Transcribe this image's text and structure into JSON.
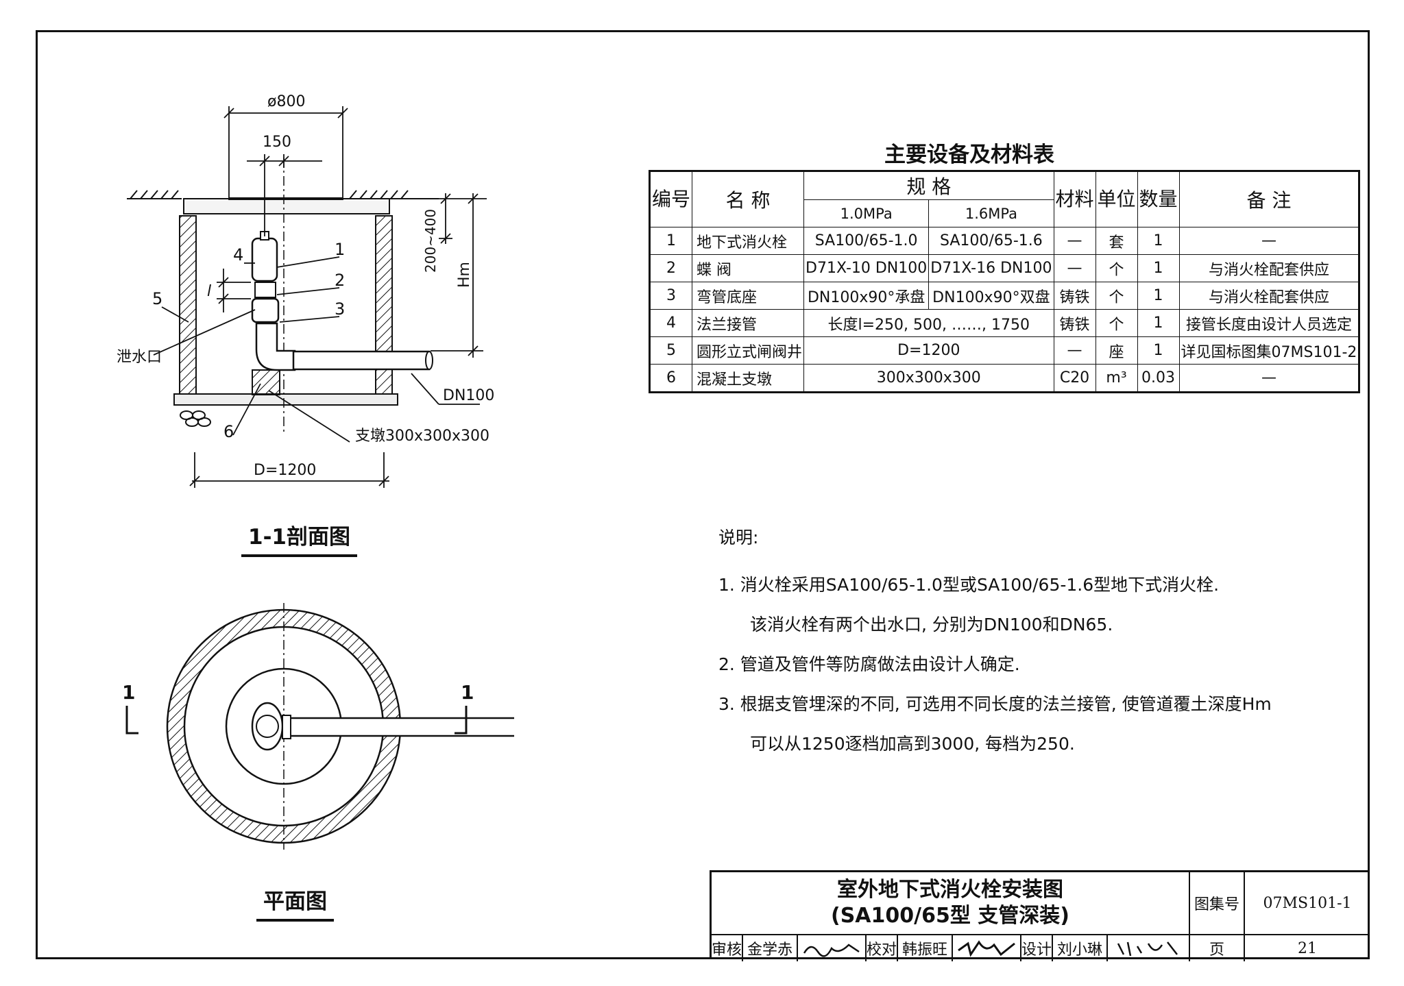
{
  "section_view": {
    "title": "1-1剖面图",
    "dims": {
      "top_diameter": "ø800",
      "offset": "150",
      "cover_depth": "200~400",
      "hm": "Hm",
      "well_diameter": "D=1200",
      "pipe": "DN100",
      "pier": "支墩300x300x300",
      "drain": "泄水口",
      "length_mark": "l"
    },
    "callouts": [
      "1",
      "2",
      "3",
      "4",
      "5",
      "6"
    ]
  },
  "plan_view": {
    "title": "平面图",
    "section_mark": "1"
  },
  "equipment_table": {
    "title": "主要设备及材料表",
    "headers": {
      "no": "编号",
      "name": "名 称",
      "spec": "规 格",
      "spec_10": "1.0MPa",
      "spec_16": "1.6MPa",
      "material": "材料",
      "unit": "单位",
      "qty": "数量",
      "remark": "备 注"
    },
    "rows": [
      {
        "no": "1",
        "name": "地下式消火栓",
        "spec10": "SA100/65-1.0",
        "spec16": "SA100/65-1.6",
        "material": "—",
        "unit": "套",
        "qty": "1",
        "remark": "—"
      },
      {
        "no": "2",
        "name": "蝶 阀",
        "spec10": "D71X-10 DN100",
        "spec16": "D71X-16 DN100",
        "material": "—",
        "unit": "个",
        "qty": "1",
        "remark": "与消火栓配套供应"
      },
      {
        "no": "3",
        "name": "弯管底座",
        "spec10": "DN100x90°承盘",
        "spec16": "DN100x90°双盘",
        "material": "铸铁",
        "unit": "个",
        "qty": "1",
        "remark": "与消火栓配套供应"
      },
      {
        "no": "4",
        "name": "法兰接管",
        "spec": "长度l=250, 500, ……, 1750",
        "material": "铸铁",
        "unit": "个",
        "qty": "1",
        "remark": "接管长度由设计人员选定"
      },
      {
        "no": "5",
        "name": "圆形立式闸阀井",
        "spec": "D=1200",
        "material": "—",
        "unit": "座",
        "qty": "1",
        "remark": "详见国标图集07MS101-2"
      },
      {
        "no": "6",
        "name": "混凝土支墩",
        "spec": "300x300x300",
        "material": "C20",
        "unit": "m³",
        "qty": "0.03",
        "remark": "—"
      }
    ]
  },
  "notes": {
    "title": "说明:",
    "lines": [
      "1. 消火栓采用SA100/65-1.0型或SA100/65-1.6型地下式消火栓.",
      "该消火栓有两个出水口, 分别为DN100和DN65.",
      "2. 管道及管件等防腐做法由设计人确定.",
      "3. 根据支管埋深的不同, 可选用不同长度的法兰接管, 使管道覆土深度Hm",
      "可以从1250逐档加高到3000, 每档为250."
    ]
  },
  "title_block": {
    "title_line1": "室外地下式消火栓安装图",
    "title_line2": "(SA100/65型 支管深装)",
    "atlas_label": "图集号",
    "atlas_no": "07MS101-1",
    "page_label": "页",
    "page_no": "21",
    "review_label": "审核",
    "reviewer": "金学赤",
    "check_label": "校对",
    "checker": "韩振旺",
    "design_label": "设计",
    "designer": "刘小琳"
  }
}
